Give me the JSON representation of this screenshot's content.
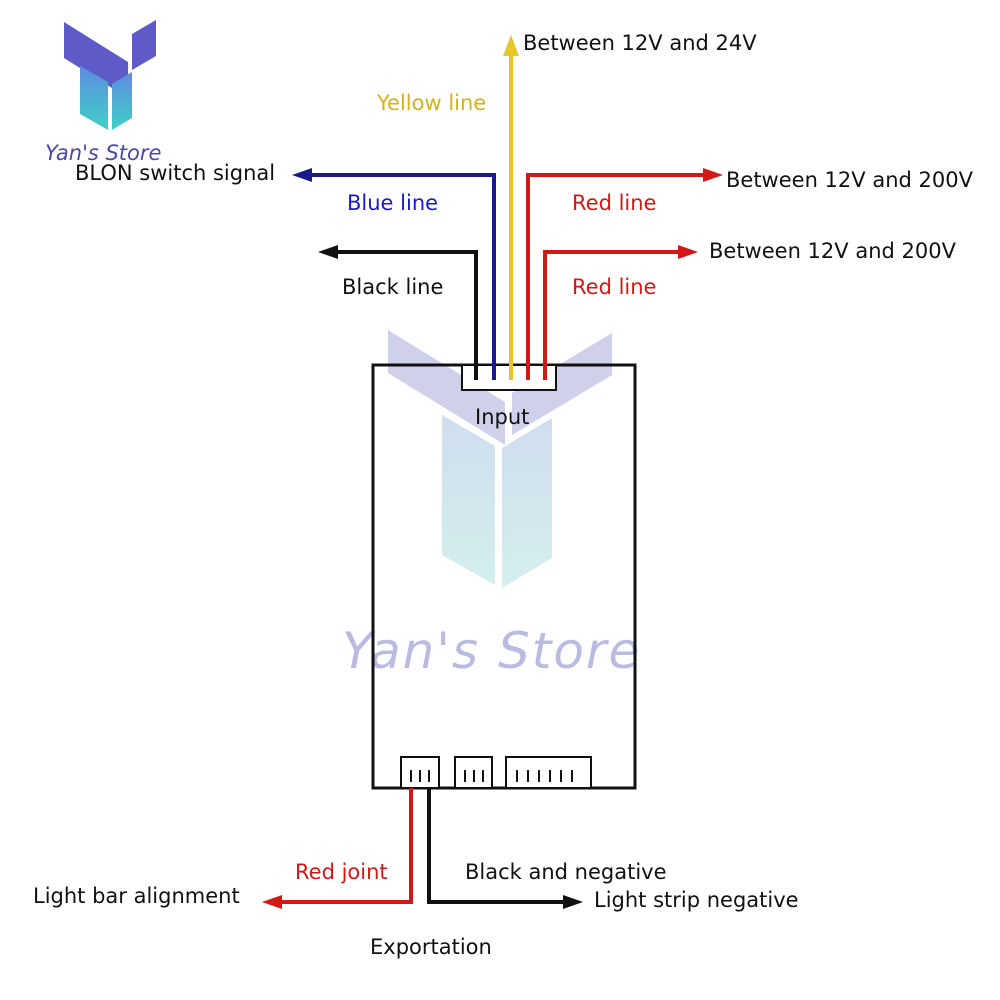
{
  "brand": {
    "name": "Yan's Store",
    "watermark": "Yan's Store",
    "logo_colors": [
      "#5e5bc9",
      "#3fd1c7"
    ]
  },
  "board": {
    "input_label": "Input",
    "output_label": "Exportation"
  },
  "wires": {
    "yellow": {
      "label": "Yellow line",
      "destination": "Between 12V and 24V",
      "color": "#e6c72a"
    },
    "blue": {
      "label": "Blue line",
      "destination": "BLON switch signal",
      "color": "#1a1a8c"
    },
    "black": {
      "label": "Black line",
      "color": "#111111"
    },
    "red_1": {
      "label": "Red line",
      "destination": "Between 12V and 200V",
      "color": "#d41818"
    },
    "red_2": {
      "label": "Red line",
      "destination": "Between 12V and 200V",
      "color": "#d41818"
    },
    "red_joint": {
      "label": "Red joint",
      "destination": "Light bar alignment",
      "color": "#d41818"
    },
    "black_negative": {
      "label": "Black and negative",
      "destination": "Light strip negative",
      "color": "#111111"
    }
  }
}
